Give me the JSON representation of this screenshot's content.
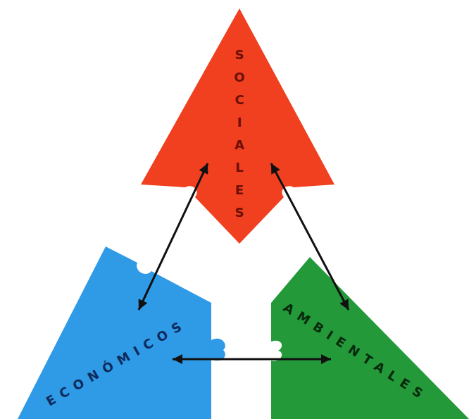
{
  "diagram": {
    "nodes": [
      {
        "text": [
          "SOCIALES"
        ]
      },
      {
        "text": [
          "ECONÓMICOS"
        ]
      },
      {
        "text": [
          "AMBIENTALES"
        ]
      }
    ],
    "edges": [
      {
        "from": 0,
        "to": 1,
        "arrow": "both"
      },
      {
        "from": 0,
        "to": 2,
        "arrow": "both"
      },
      {
        "from": 1,
        "to": 2,
        "arrow": "both"
      }
    ]
  }
}
